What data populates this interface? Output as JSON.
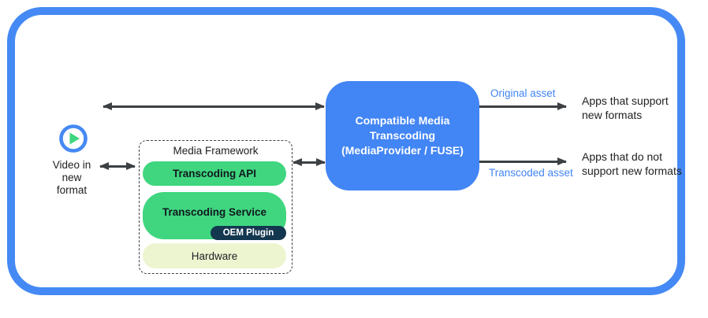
{
  "colors": {
    "frame_border": "#4589f4",
    "transcoder_box": "#4285f4",
    "green_layer": "#3fd67f",
    "hardware_layer": "#edf5d0",
    "oem_plugin": "#143750",
    "arrow": "#3c4043",
    "asset_label_text": "#4285f4",
    "body_text": "#202124"
  },
  "source": {
    "icon": "play-icon",
    "label_line1": "Video in",
    "label_line2": "new",
    "label_line3": "format"
  },
  "media_framework": {
    "title": "Media Framework",
    "layers": [
      {
        "label": "Transcoding API"
      },
      {
        "label": "Transcoding Service",
        "plugin": "OEM Plugin"
      },
      {
        "label": "Hardware"
      }
    ]
  },
  "transcoder_box": {
    "line1": "Compatible Media",
    "line2": "Transcoding",
    "line3": "(MediaProvider / FUSE)"
  },
  "outputs": {
    "original": {
      "label": "Original asset",
      "target_line1": "Apps that support",
      "target_line2": "new formats"
    },
    "transcoded": {
      "label": "Transcoded asset",
      "target_line1": "Apps that do not",
      "target_line2": "support new formats"
    }
  }
}
